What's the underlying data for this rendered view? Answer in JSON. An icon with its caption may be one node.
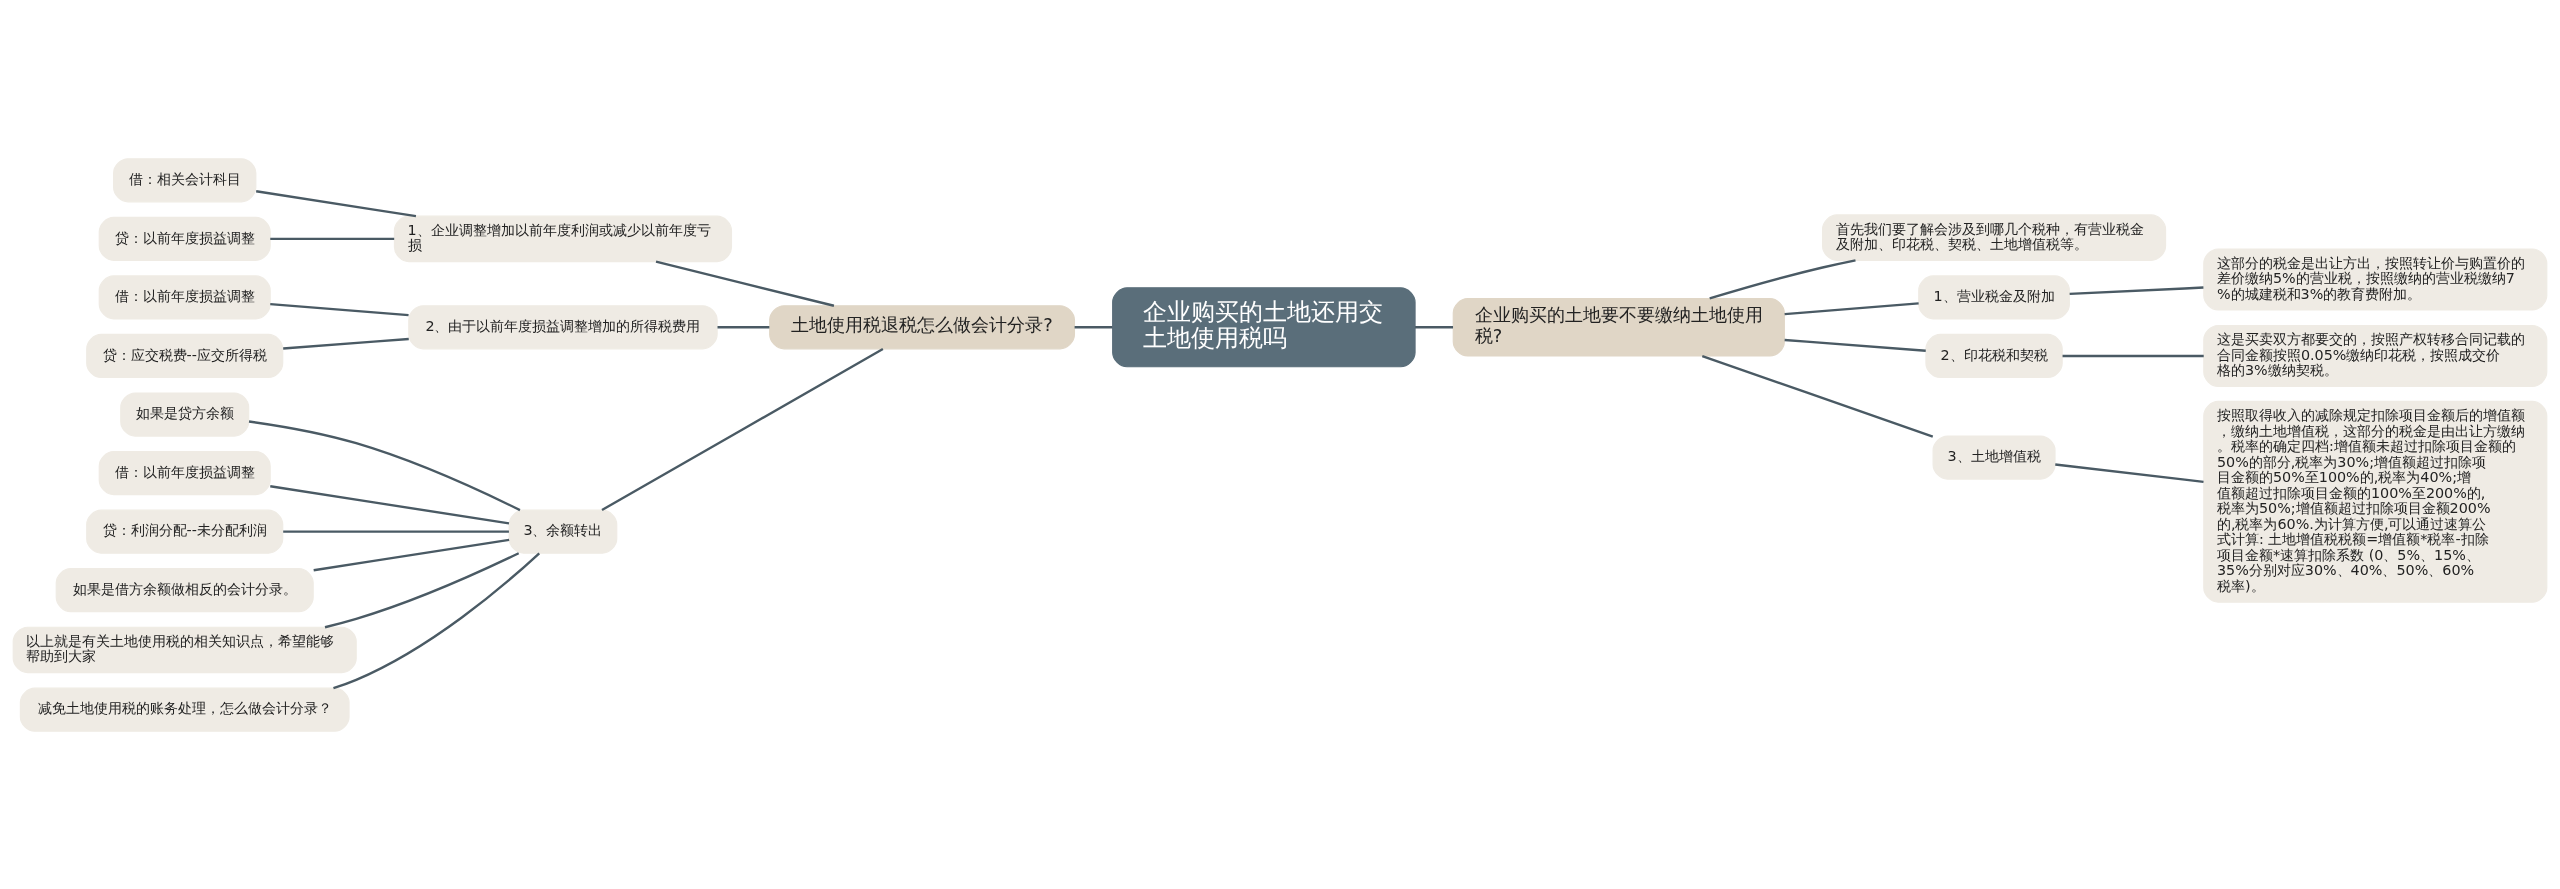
{
  "diagram": {
    "nodes": [
      {
        "text": [
          "企业购买的土地还用交土地使用税吗"
        ]
      },
      {
        "text": [
          "土地使用税退税怎么做会计分录?"
        ]
      },
      {
        "text": [
          "1、企业调整增加以前年度利润或减少以前年度亏损"
        ]
      },
      {
        "text": [
          "借：相关会计科目"
        ]
      },
      {
        "text": [
          "贷：以前年度损益调整"
        ]
      },
      {
        "text": [
          "2、由于以前年度损益调整增加的所得税费用"
        ]
      },
      {
        "text": [
          "借：以前年度损益调整"
        ]
      },
      {
        "text": [
          "贷：应交税费--应交所得税"
        ]
      },
      {
        "text": [
          "3、余额转出"
        ]
      },
      {
        "text": [
          "如果是贷方余额"
        ]
      },
      {
        "text": [
          "借：以前年度损益调整"
        ]
      },
      {
        "text": [
          "贷：利润分配--未分配利润"
        ]
      },
      {
        "text": [
          "如果是借方余额做相反的会计分录。"
        ]
      },
      {
        "text": [
          "以上就是有关土地使用税的相关知识点，希望能够帮助到大家"
        ]
      },
      {
        "text": [
          "减免土地使用税的账务处理，怎么做会计分录？"
        ]
      },
      {
        "text": [
          "企业购买的土地要不要缴纳土地使用税?"
        ]
      },
      {
        "text": [
          "首先我们要了解会涉及到哪几个税种，有营业税金及附加、印花税、契税、土地增值税等。"
        ]
      },
      {
        "text": [
          "1、营业税金及附加"
        ]
      },
      {
        "text": [
          "这部分的税金是出让方出，按照转让价与购置价的差价缴纳5%的营业税，按照缴纳的营业税缴纳7%的城建税和3%的教育费附加。"
        ]
      },
      {
        "text": [
          "2、印花税和契税"
        ]
      },
      {
        "text": [
          "这是买卖双方都要交的，按照产权转移合同记载的合同金额按照0.05%缴纳印花税，按照成交价格的3%缴纳契税。"
        ]
      },
      {
        "text": [
          "3、土地增值税"
        ]
      },
      {
        "text": [
          "按照取得收入的减除规定扣除项目金额后的增值额，缴纳土地增值税，这部分的税金是由出让方缴纳。税率的确定四档:增值额未超过扣除项目金额的50%的部分,税率为30%;增值额超过扣除项目金额的50%至100%的,税率为40%;增值额超过扣除项目金额的100%至200%的,税率为50%;增值额超过扣除项目金额200%的,税率为60%.为计算方便,可以通过速算公式计算: 土地增值税税额=增值额*税率-扣除项目金额*速算扣除系数 (0、5%、15%、35%分别对应30%、40%、50%、60%税率)。"
        ]
      }
    ],
    "edges": [
      {
        "from": 0,
        "to": 1,
        "arrow": "none"
      },
      {
        "from": 1,
        "to": 2,
        "arrow": "none"
      },
      {
        "from": 2,
        "to": 3,
        "arrow": "none"
      },
      {
        "from": 2,
        "to": 4,
        "arrow": "none"
      },
      {
        "from": 1,
        "to": 5,
        "arrow": "none"
      },
      {
        "from": 5,
        "to": 6,
        "arrow": "none"
      },
      {
        "from": 5,
        "to": 7,
        "arrow": "none"
      },
      {
        "from": 1,
        "to": 8,
        "arrow": "none"
      },
      {
        "from": 8,
        "to": 9,
        "arrow": "none"
      },
      {
        "from": 8,
        "to": 10,
        "arrow": "none"
      },
      {
        "from": 8,
        "to": 11,
        "arrow": "none"
      },
      {
        "from": 8,
        "to": 12,
        "arrow": "none"
      },
      {
        "from": 8,
        "to": 13,
        "arrow": "none"
      },
      {
        "from": 8,
        "to": 14,
        "arrow": "none"
      },
      {
        "from": 0,
        "to": 15,
        "arrow": "none"
      },
      {
        "from": 15,
        "to": 16,
        "arrow": "none"
      },
      {
        "from": 15,
        "to": 17,
        "arrow": "none"
      },
      {
        "from": 17,
        "to": 18,
        "arrow": "none"
      },
      {
        "from": 15,
        "to": 19,
        "arrow": "none"
      },
      {
        "from": 19,
        "to": 20,
        "arrow": "none"
      },
      {
        "from": 15,
        "to": 21,
        "arrow": "none"
      },
      {
        "from": 21,
        "to": 22,
        "arrow": "none"
      }
    ]
  }
}
